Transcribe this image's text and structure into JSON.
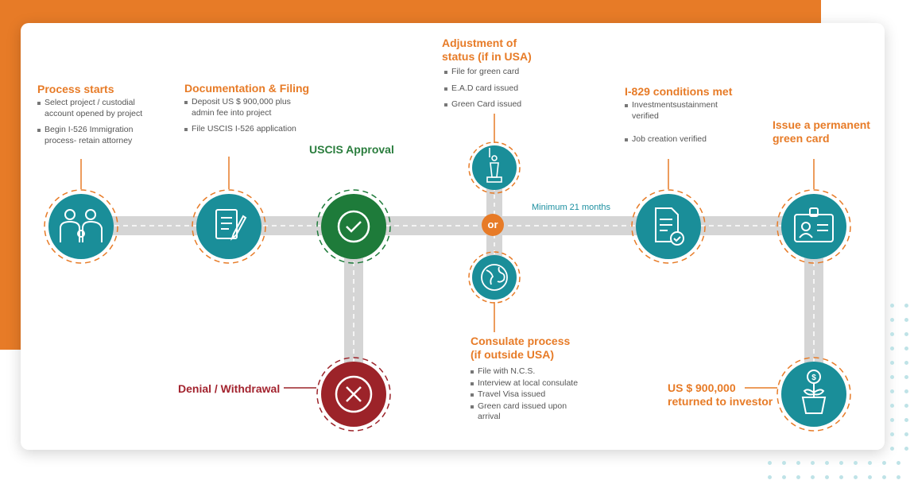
{
  "colors": {
    "orange": "#e77b27",
    "teal": "#1a8e99",
    "green": "#1e7b3a",
    "red": "#9c2329",
    "road": "#d5d5d5"
  },
  "steps": {
    "process_starts": {
      "title": "Process starts",
      "bullets": [
        "Select project / custodial account opened by project",
        "Begin I-526 Immigration process- retain attorney"
      ],
      "icon": "family-icon"
    },
    "documentation": {
      "title": "Documentation & Filing",
      "bullets": [
        "Deposit US $ 900,000 plus admin fee into project",
        "File USCIS I-526 application"
      ],
      "icon": "document-pen-icon"
    },
    "uscis_approval": {
      "title": "USCIS Approval",
      "icon": "checkmark-icon"
    },
    "denial": {
      "title": "Denial / Withdrawal",
      "icon": "x-icon"
    },
    "adjustment": {
      "title_line1": "Adjustment of",
      "title_line2": "status (if in USA)",
      "bullets": [
        "File for green card",
        "E.A.D card issued",
        "Green Card issued"
      ],
      "icon": "statue-of-liberty-icon"
    },
    "consulate": {
      "title_line1": "Consulate process",
      "title_line2": "(if outside USA)",
      "bullets": [
        "File with N.C.S.",
        "Interview at local consulate",
        "Travel Visa issued",
        "Green card issued upon arrival"
      ],
      "icon": "globe-icon"
    },
    "or_label": "or",
    "minimum": "Minimum 21 months",
    "i829": {
      "title": "I-829 conditions met",
      "bullets": [
        "Investmentsustainment verified",
        "Job creation verified"
      ],
      "icon": "verified-document-icon"
    },
    "green_card": {
      "title_line1": "Issue a permanent",
      "title_line2": "green card",
      "icon": "id-card-icon"
    },
    "returned": {
      "title_line1": "US $ 900,000",
      "title_line2": "returned to investor",
      "icon": "money-plant-icon"
    }
  }
}
